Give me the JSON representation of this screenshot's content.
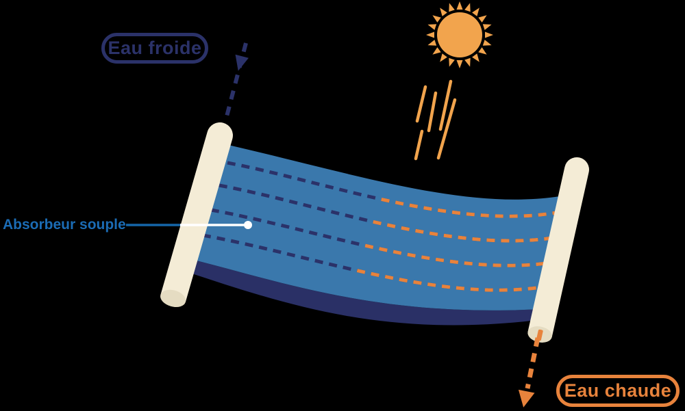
{
  "diagram": {
    "subject": "flexible-solar-absorber",
    "labels": {
      "cold_water": "Eau froide",
      "absorber": "Absorbeur souple",
      "hot_water": "Eau chaude"
    },
    "colors": {
      "navy": "#2B3269",
      "mat_blue": "#3A78AC",
      "mat_underside": "#2A3066",
      "flow_dash_navy": "#2B3269",
      "flow_dash_orange": "#E8833C",
      "orange": "#E8833C",
      "sun_orange": "#F2A44D",
      "roller_cream": "#F4ECD6",
      "roller_cap": "#E5DCC2",
      "leader_blue": "#1565A8",
      "label_blue": "#1B6CB5",
      "white": "#FFFFFF",
      "background": "#000000"
    }
  }
}
